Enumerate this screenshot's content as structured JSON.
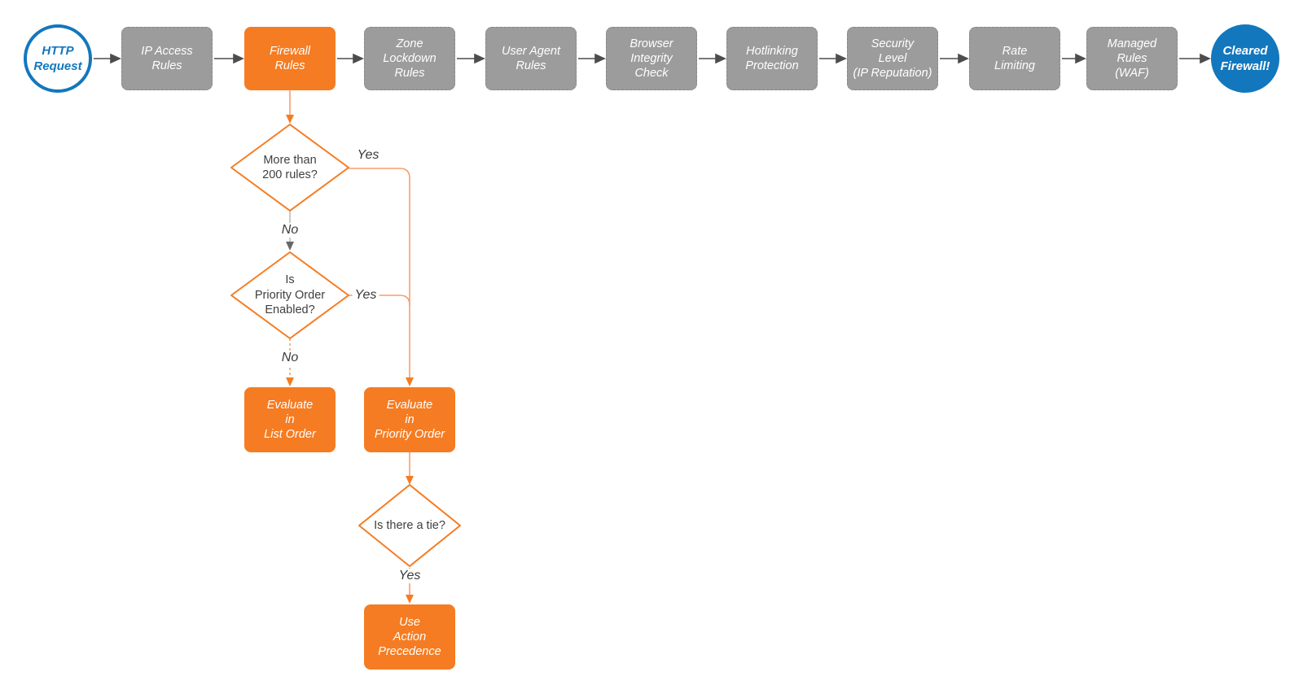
{
  "colors": {
    "accent_orange": "#f57c22",
    "orange_connector": "#f59e6c",
    "gray_node": "#9c9c9c",
    "brand_blue": "#1377bd",
    "dark_arrow": "#4d4d4d",
    "text_dark": "#3f3f3f"
  },
  "flow": {
    "start": {
      "label": "HTTP\nRequest"
    },
    "pipeline": [
      {
        "id": "ip-access-rules",
        "label": "IP Access\nRules"
      },
      {
        "id": "firewall-rules",
        "label": "Firewall\nRules",
        "highlighted": true
      },
      {
        "id": "zone-lockdown-rules",
        "label": "Zone\nLockdown\nRules"
      },
      {
        "id": "user-agent-rules",
        "label": "User Agent\nRules"
      },
      {
        "id": "browser-integrity-check",
        "label": "Browser\nIntegrity\nCheck"
      },
      {
        "id": "hotlinking-protection",
        "label": "Hotlinking\nProtection"
      },
      {
        "id": "security-level",
        "label": "Security\nLevel\n(IP Reputation)"
      },
      {
        "id": "rate-limiting",
        "label": "Rate\nLimiting"
      },
      {
        "id": "managed-rules-waf",
        "label": "Managed\nRules\n(WAF)"
      }
    ],
    "end": {
      "label": "Cleared\nFirewall!"
    },
    "decisions": [
      {
        "id": "more-than-200-rules",
        "label": "More than\n200 rules?"
      },
      {
        "id": "priority-order-enabled",
        "label": "Is\nPriority Order\nEnabled?"
      },
      {
        "id": "is-there-a-tie",
        "label": "Is there a tie?"
      }
    ],
    "actions": [
      {
        "id": "evaluate-list-order",
        "label": "Evaluate\nin\nList Order"
      },
      {
        "id": "evaluate-priority-order",
        "label": "Evaluate\nin\nPriority Order"
      },
      {
        "id": "use-action-precedence",
        "label": "Use\nAction\nPrecedence"
      }
    ],
    "edge_labels": {
      "more_than_200_yes": "Yes",
      "more_than_200_no": "No",
      "priority_enabled_yes": "Yes",
      "priority_enabled_no": "No",
      "tie_yes": "Yes"
    }
  }
}
